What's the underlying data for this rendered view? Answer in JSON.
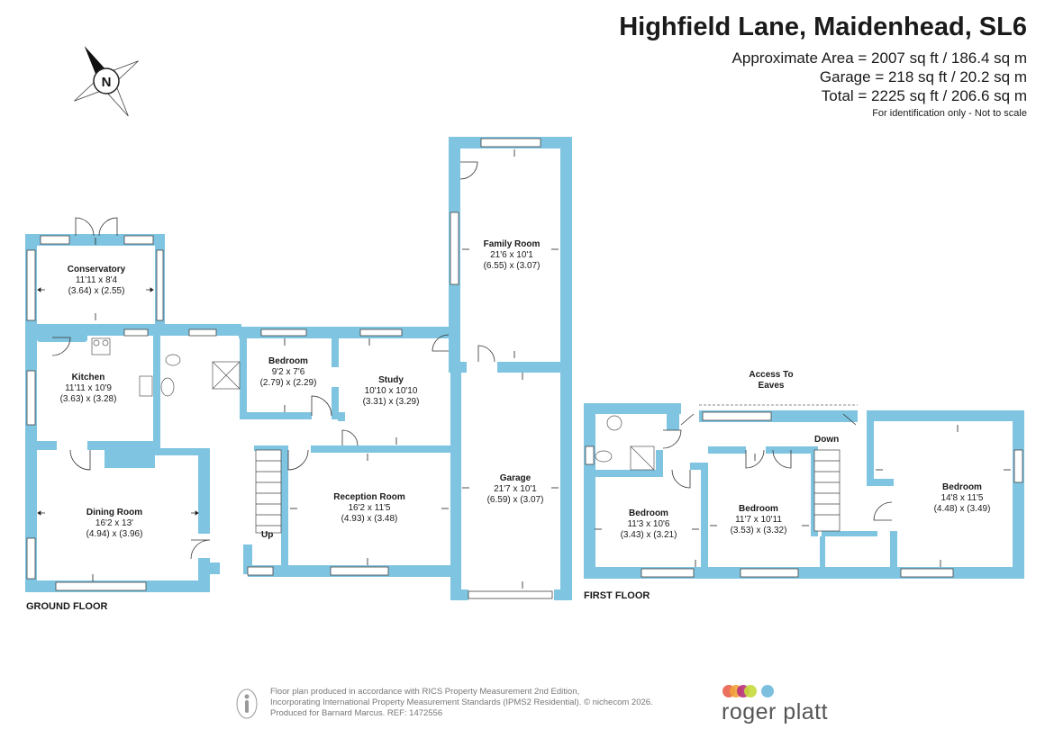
{
  "header": {
    "title": "Highfield Lane, Maidenhead, SL6",
    "areas": [
      "Approximate Area = 2007 sq ft / 186.4 sq m",
      "Garage = 218 sq ft / 20.2 sq m",
      "Total = 2225 sq ft / 206.6 sq m"
    ],
    "note": "For identification only - Not to scale"
  },
  "compass": {
    "letter": "N"
  },
  "floors": {
    "ground": "GROUND FLOOR",
    "first": "FIRST FLOOR"
  },
  "rooms": [
    {
      "name": "Conservatory",
      "dims": "11'11 x 8'4",
      "metric": "(3.64) x (2.55)"
    },
    {
      "name": "Kitchen",
      "dims": "11'11 x 10'9",
      "metric": "(3.63) x (3.28)"
    },
    {
      "name": "Dining Room",
      "dims": "16'2 x 13'",
      "metric": "(4.94) x (3.96)"
    },
    {
      "name": "Bedroom",
      "dims": "9'2 x 7'6",
      "metric": "(2.79) x (2.29)"
    },
    {
      "name": "Study",
      "dims": "10'10 x 10'10",
      "metric": "(3.31) x (3.29)"
    },
    {
      "name": "Reception Room",
      "dims": "16'2 x 11'5",
      "metric": "(4.93) x (3.48)"
    },
    {
      "name": "Family Room",
      "dims": "21'6 x 10'1",
      "metric": "(6.55) x (3.07)"
    },
    {
      "name": "Garage",
      "dims": "21'7 x 10'1",
      "metric": "(6.59) x (3.07)"
    },
    {
      "name": "Bedroom",
      "dims": "11'3 x 10'6",
      "metric": "(3.43) x (3.21)"
    },
    {
      "name": "Bedroom",
      "dims": "11'7 x 10'11",
      "metric": "(3.53) x (3.32)"
    },
    {
      "name": "Bedroom",
      "dims": "14'8 x 11'5",
      "metric": "(4.48) x (3.49)"
    }
  ],
  "labels": {
    "up": "Up",
    "down": "Down",
    "access_line1": "Access To",
    "access_line2": "Eaves"
  },
  "footer": {
    "lines": [
      "Floor plan produced in accordance with RICS Property Measurement 2nd Edition,",
      "Incorporating International Property Measurement Standards (IPMS2 Residential).   © nichecom 2026.",
      "Produced for Barnard Marcus.   REF:  1472556"
    ],
    "brand": "roger platt",
    "brand_colors": [
      "#e9614b",
      "#f2a23a",
      "#b9327a",
      "#c7d93a",
      "#6fb8db"
    ]
  },
  "colors": {
    "wall": "#7fc4e0"
  }
}
